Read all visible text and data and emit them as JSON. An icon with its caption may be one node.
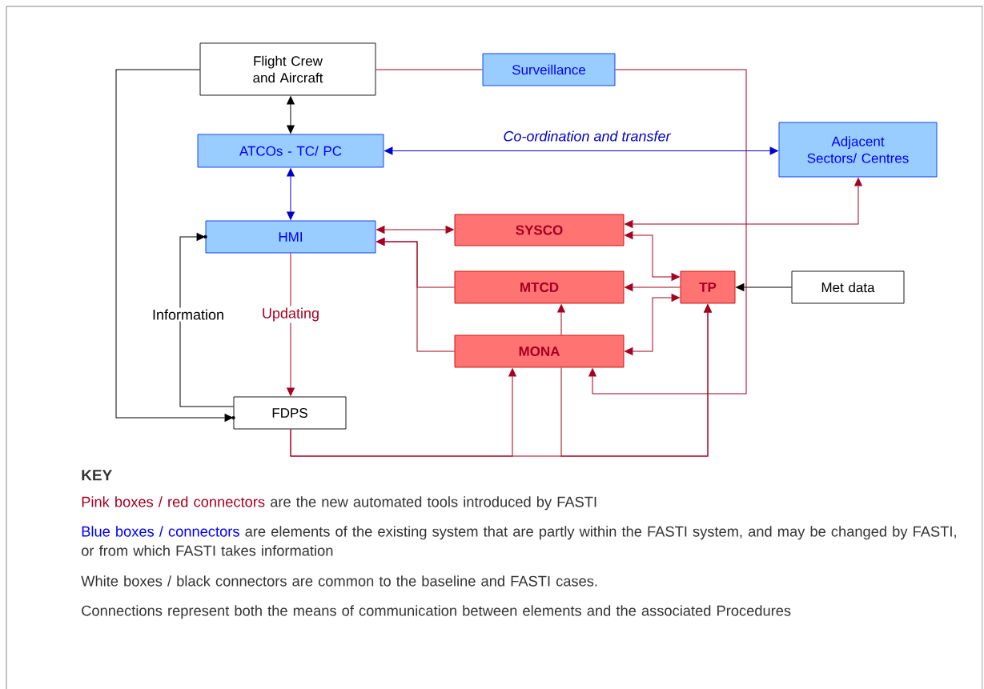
{
  "diagram": {
    "nodes": [
      {
        "text": [
          "Flight Crew and Aircraft"
        ]
      },
      {
        "text": [
          "Surveillance"
        ]
      },
      {
        "text": [
          "ATCOs  - TC/ PC"
        ]
      },
      {
        "text": [
          "Adjacent Sectors/ Centres"
        ]
      },
      {
        "text": [
          "HMI"
        ]
      },
      {
        "text": [
          "SYSCO"
        ]
      },
      {
        "text": [
          "MTCD"
        ]
      },
      {
        "text": [
          "TP"
        ]
      },
      {
        "text": [
          "Met data"
        ]
      },
      {
        "text": [
          "MONA"
        ]
      },
      {
        "text": [
          "FDPS"
        ]
      }
    ],
    "edges": [
      {
        "from": 0,
        "to": 10,
        "arrow": "to",
        "color": "#000000"
      },
      {
        "from": 0,
        "to": 2,
        "arrow": "both",
        "color": "#000000"
      },
      {
        "from": 2,
        "to": 3,
        "arrow": "both",
        "color": "#0000cc",
        "label": "Co-ordination and transfer"
      },
      {
        "from": 2,
        "to": 4,
        "arrow": "both",
        "color": "#0000cc"
      },
      {
        "from": 10,
        "to": 4,
        "arrow": "to",
        "color": "#000000",
        "label": "Information"
      },
      {
        "from": 4,
        "to": 10,
        "arrow": "to",
        "label": "Updating"
      },
      {
        "from": 4,
        "to": 5,
        "arrow": "both"
      },
      {
        "from": 6,
        "to": 4,
        "arrow": "to"
      },
      {
        "from": 9,
        "to": 4,
        "arrow": "to"
      },
      {
        "from": 3,
        "to": 5,
        "arrow": "both"
      },
      {
        "from": 7,
        "to": 5,
        "arrow": "both"
      },
      {
        "from": 7,
        "to": 6,
        "arrow": "to"
      },
      {
        "from": 9,
        "to": 7,
        "arrow": "both"
      },
      {
        "from": 9,
        "to": 6,
        "arrow": "to"
      },
      {
        "from": 8,
        "to": 7,
        "arrow": "to",
        "color": "#000000"
      },
      {
        "from": 0,
        "to": 1,
        "arrow": "none"
      },
      {
        "from": 1,
        "to": 9,
        "arrow": "to"
      },
      {
        "from": 10,
        "to": 9,
        "arrow": "to"
      },
      {
        "from": 10,
        "to": 7,
        "arrow": "to"
      },
      {
        "from": 9,
        "to": 7,
        "arrow": "to"
      }
    ],
    "labels": [
      "KEY",
      "Pink boxes / red connectors",
      "are the new automated tools introduced by FASTI",
      "Blue boxes / connectors",
      "are elements of the existing system that are partly within the FASTI system, and may be changed by FASTI, or from which FASTI takes information",
      "White boxes / black connectors are common to the baseline and FASTI cases.",
      "Connections represent both the means of communication between elements and the associated Procedures"
    ]
  }
}
